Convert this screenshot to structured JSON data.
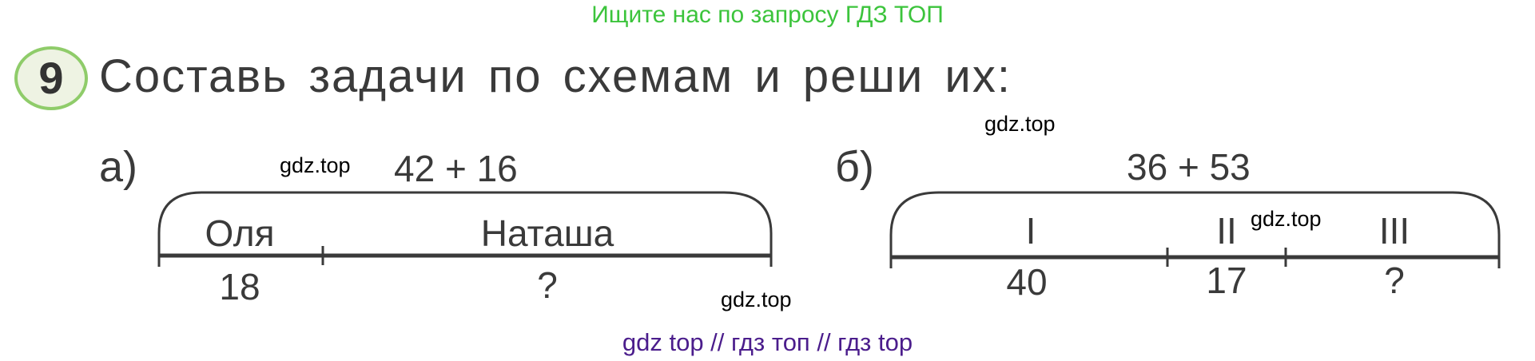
{
  "watermark_top": "Ищите нас по запросу ГДЗ ТОП",
  "exercise": {
    "number": "9",
    "text": "Составь задачи по схемам и реши их:"
  },
  "part_a": {
    "label": "а)",
    "expression": "42 + 16",
    "segments": [
      "Оля",
      "Наташа"
    ],
    "values": [
      "18",
      "?"
    ]
  },
  "part_b": {
    "label": "б)",
    "expression": "36 + 53",
    "segments": [
      "I",
      "II",
      "III"
    ],
    "values": [
      "40",
      "17",
      "?"
    ]
  },
  "watermarks": {
    "gdz1": "gdz.top",
    "gdz2": "gdz.top",
    "gdz3": "gdz.top",
    "gdz4": "gdz.top"
  },
  "watermark_bottom": "gdz top  //  гдз топ  //  гдз top",
  "colors": {
    "top_watermark": "#3cc43c",
    "bottom_watermark": "#4b1d8c",
    "badge_border": "#8fcc6a",
    "ink": "#3a3a3a"
  }
}
